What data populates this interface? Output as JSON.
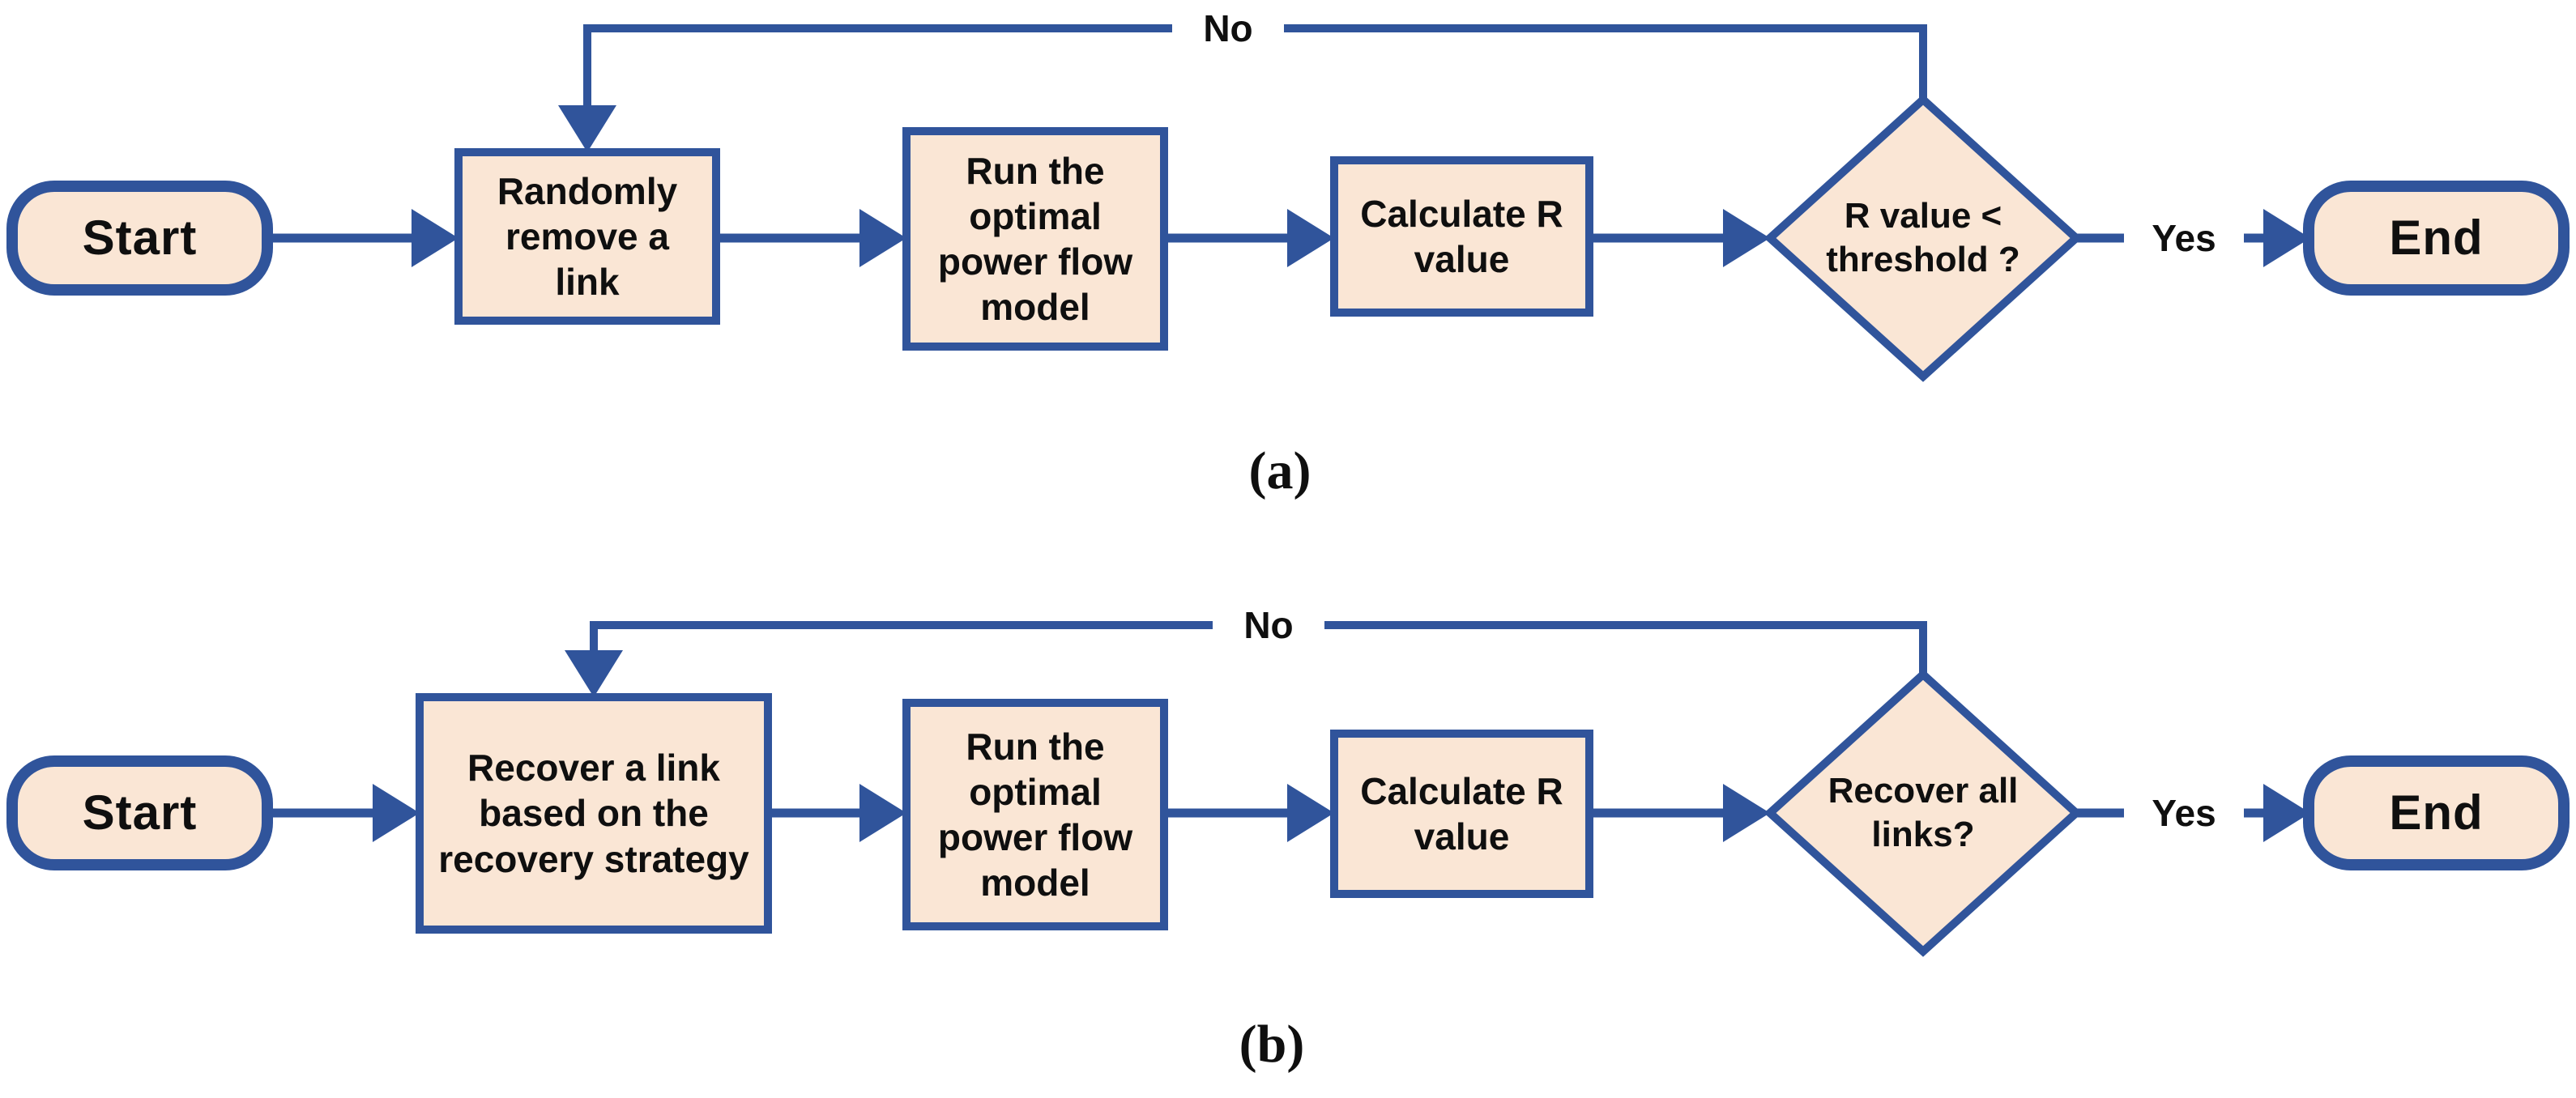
{
  "palette": {
    "shape-fill": "#FAE6D5",
    "border-blue": "#30549B",
    "label-color": "#0F0F0F",
    "canvas-bg": "#FFFFFF"
  },
  "diagram_a": {
    "caption": "(a)",
    "start_label": "Start",
    "step1_label": "Randomly\nremove a\nlink",
    "step2_label": "Run the\noptimal\npower flow\nmodel",
    "step3_label": "Calculate R\nvalue",
    "decision_label": "R value <\nthreshold ?",
    "yes_label": "Yes",
    "no_label": "No",
    "end_label": "End"
  },
  "diagram_b": {
    "caption": "(b)",
    "start_label": "Start",
    "step1_label": "Recover a link\nbased on the\nrecovery strategy",
    "step2_label": "Run the\noptimal\npower flow\nmodel",
    "step3_label": "Calculate R\nvalue",
    "decision_label": "Recover all\nlinks?",
    "yes_label": "Yes",
    "no_label": "No",
    "end_label": "End"
  }
}
